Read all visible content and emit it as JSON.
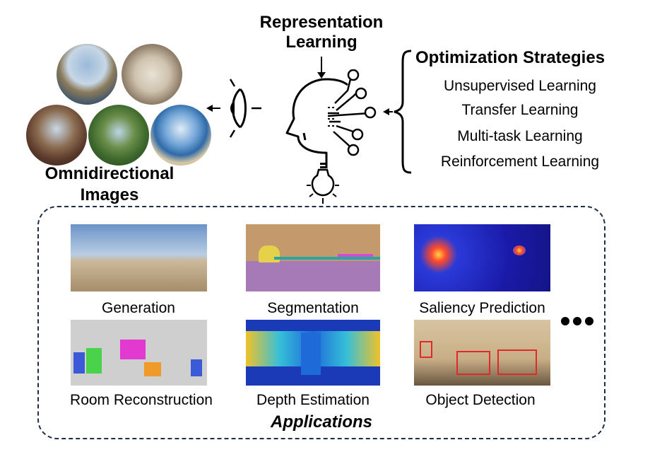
{
  "representation": {
    "title": "Representation Learning"
  },
  "optimization": {
    "title": "Optimization Strategies",
    "items": [
      "Unsupervised Learning",
      "Transfer Learning",
      "Multi-task Learning",
      "Reinforcement Learning"
    ]
  },
  "omnidirectional": {
    "label": "Omnidirectional Images"
  },
  "applications": {
    "title": "Applications",
    "items": [
      {
        "label": "Generation"
      },
      {
        "label": "Segmentation"
      },
      {
        "label": "Saliency Prediction"
      },
      {
        "label": "Room Reconstruction"
      },
      {
        "label": "Depth Estimation"
      },
      {
        "label": "Object Detection"
      }
    ],
    "more": "..."
  },
  "icons": [
    "eye-icon",
    "head-icon",
    "lightbulb-icon",
    "brace-icon",
    "arrow-icon"
  ]
}
